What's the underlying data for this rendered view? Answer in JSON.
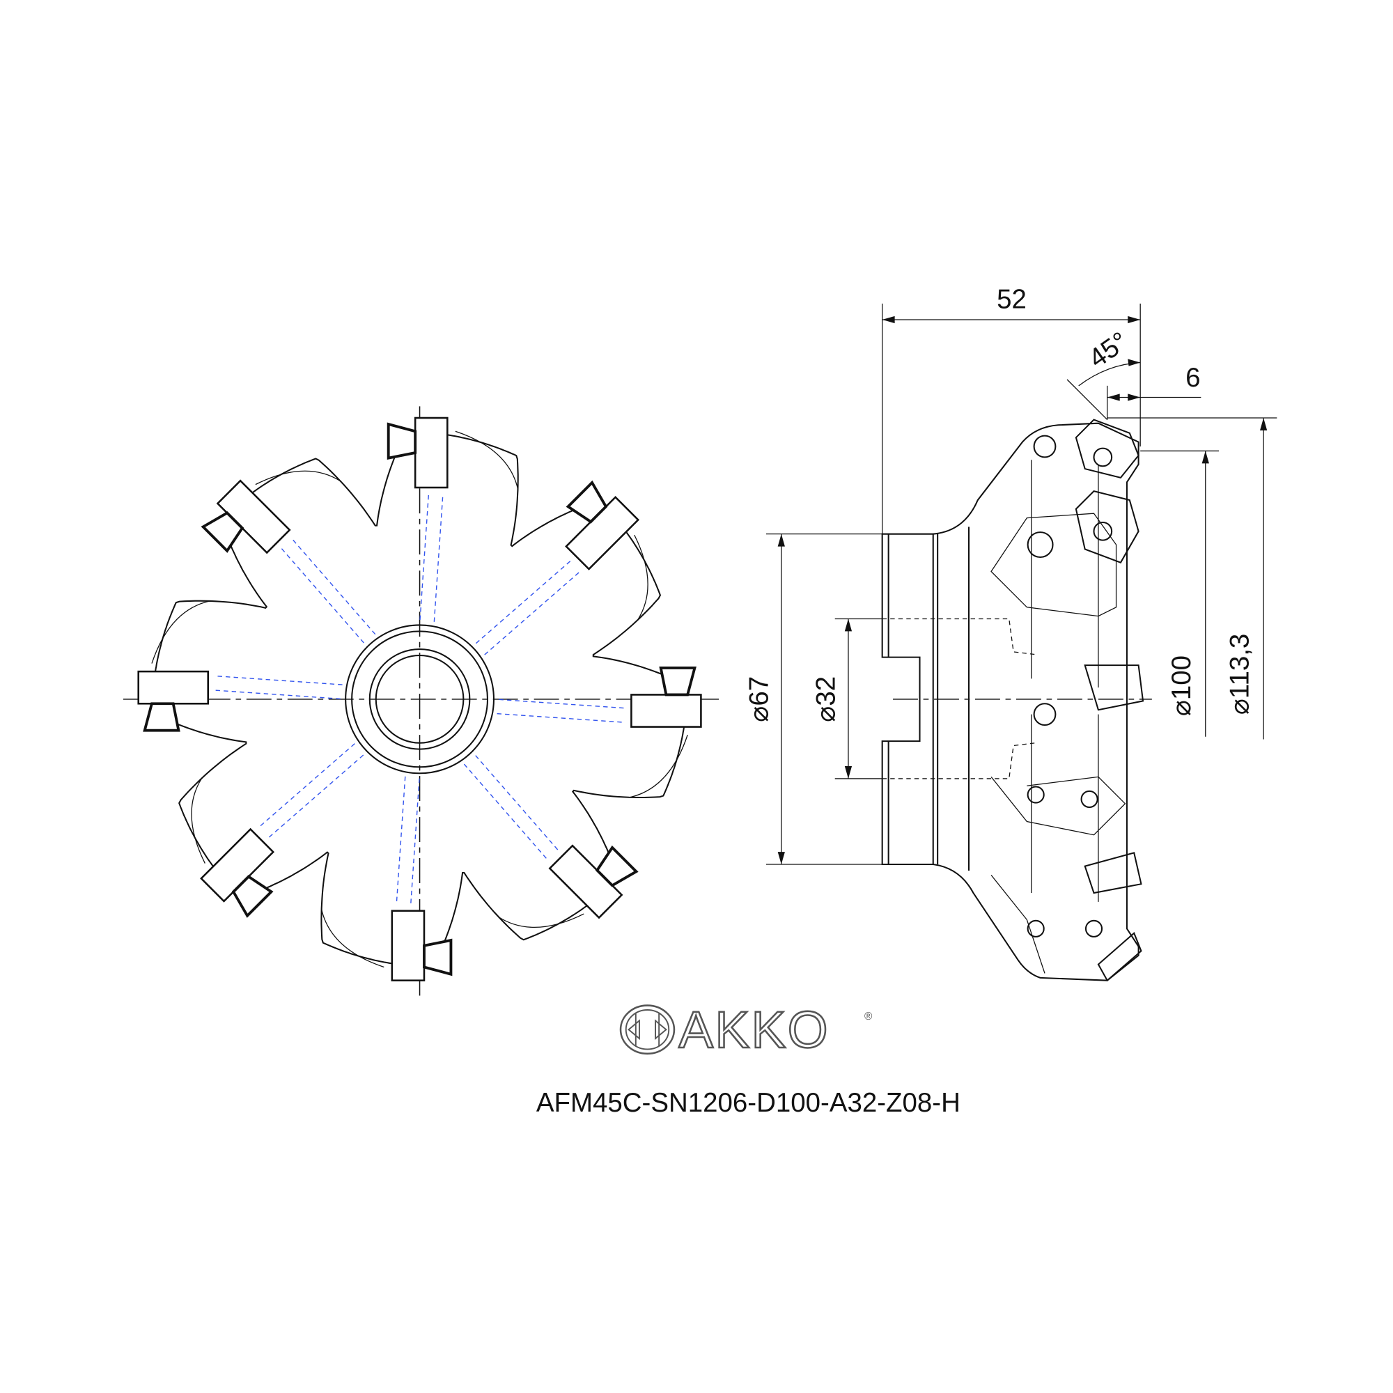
{
  "drawing": {
    "dimensions": {
      "length": "52",
      "angle": "45°",
      "step": "6",
      "d_shank_outer": "⌀67",
      "d_bore": "⌀32",
      "d_cut": "⌀100",
      "d_max": "⌀113,3"
    },
    "brand": "AKKO",
    "brand_mark": "®",
    "model": "AFM45C-SN1206-D100-A32-Z08-H",
    "teeth": 8,
    "colors": {
      "line": "#111111",
      "hidden": "#3355ee",
      "logo": "#555555"
    }
  }
}
